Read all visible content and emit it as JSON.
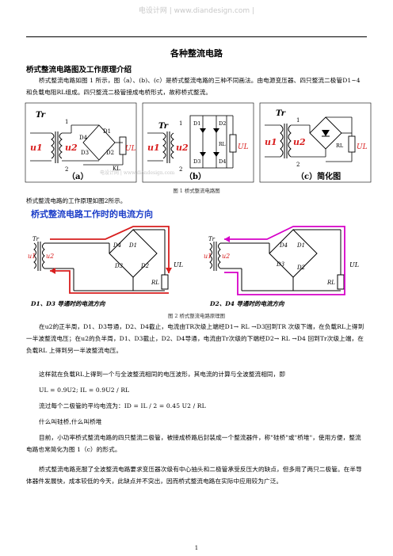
{
  "watermark": "电设计网 | www.diandesign.com |",
  "watermark_fig": "电设计网 | www.diandesign.com",
  "title": "各种整流电路",
  "section1": {
    "heading": "桥式整流电路图及工作原理介绍",
    "p1": "桥式整流电路如图 1 所示，图（a）、(b)、(c）是桥式整流电路的三种不同画法。由电源变压器、四只整流二极管D1~4 和负载电阻RL组成。四只整流二极管接成电桥形式，故称桥式整流。",
    "fig1": {
      "caption": "图 1 桥式整流电路图",
      "panel_a": "（a）",
      "panel_b": "（b）",
      "panel_c": "（c）简化图",
      "tr": "Tr",
      "u1": "u1",
      "u2": "u2",
      "ul": "UL",
      "rl": "RL",
      "kl": "KL",
      "d1": "D1",
      "d2": "D2",
      "d3": "D3",
      "d4": "D4",
      "n1": "1",
      "n2": "2"
    },
    "p2": "桥式整流电路的工作原理如图2所示。",
    "fig2": {
      "banner": "桥式整流电路工作时的电流方向",
      "left_label": "D1、D3 导通时的电流方向",
      "right_label": "D2、D4 导通时的电流方向",
      "caption": "图 2 桥式整流电路原理图"
    },
    "p3": "在u2的正半周，D1、D3导通，D2、D4截止，电流由TR次级上端经D1→ RL →D3回到TR 次级下端，在负载RL上得到一半波整流电压；在u2的负半周，D1、D3截止，D2、D4导通，电流由Tr次级的下端经D2→ RL →D4 回到Tr次级上端，在负载RL 上得到另一半波整流电压。",
    "p4": "这样就在负载RL上得到一个与全波整流相同的电压波形，其电流的计算与全波整流相同，即",
    "f1": "UL = 0.9U2; IL = 0.9U2 / RL",
    "p5": "流过每个二极管的平均电流为：ID = IL / 2 = 0.45 U2 / RL",
    "p6": "什么叫硅桥,什么叫桥堆",
    "p7": "目前，小功率桥式整流电路的四只整流二极管，被接成桥路后封装成一个整流器件，称\"硅桥\"或\"桥堆\"，使用方便，整流电路也常简化为图 1（c）的形式。",
    "p8": "桥式整流电路克服了全波整流电路要求变压器次级有中心抽头和二极管承受反压大的缺点，但多用了两只二极管。在半导体器件发展快，成本较低的今天，此缺点并不突出，因而桥式整流电路在实际中应用较为广泛。"
  },
  "page_number": "1",
  "colors": {
    "red": "#d81e1e",
    "blue": "#1a3cc8",
    "magenta": "#d600c8",
    "black": "#000000"
  }
}
